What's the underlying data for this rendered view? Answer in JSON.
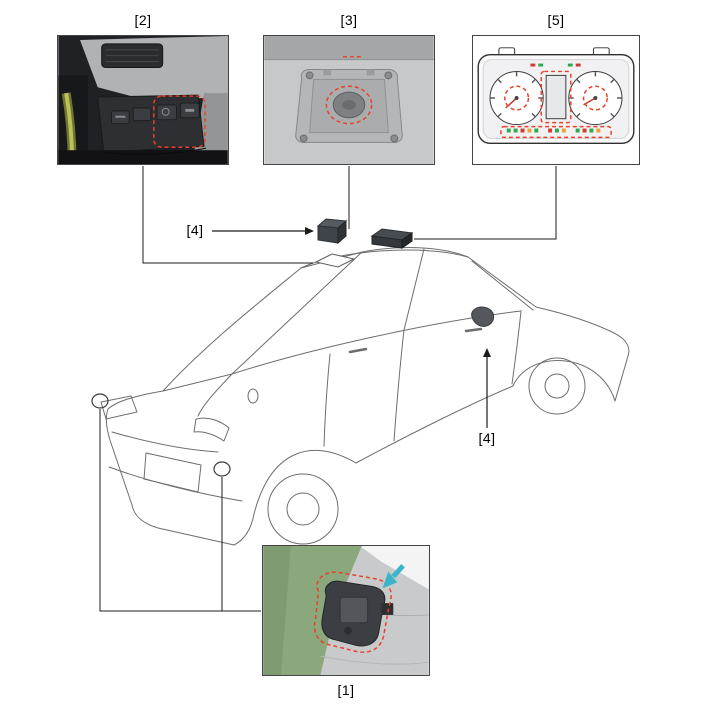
{
  "callouts": {
    "c1": "[1]",
    "c2": "[2]",
    "c3": "[3]",
    "c4_roof": "[4]",
    "c4_door": "[4]",
    "c5": "[5]"
  },
  "colors": {
    "highlight_red": "#e8402a",
    "car_line_gray": "#6b6d6f",
    "callout_line": "#1c1c1c",
    "arrow_blue": "#3ab5c9",
    "body_green": "#8ba77c"
  }
}
